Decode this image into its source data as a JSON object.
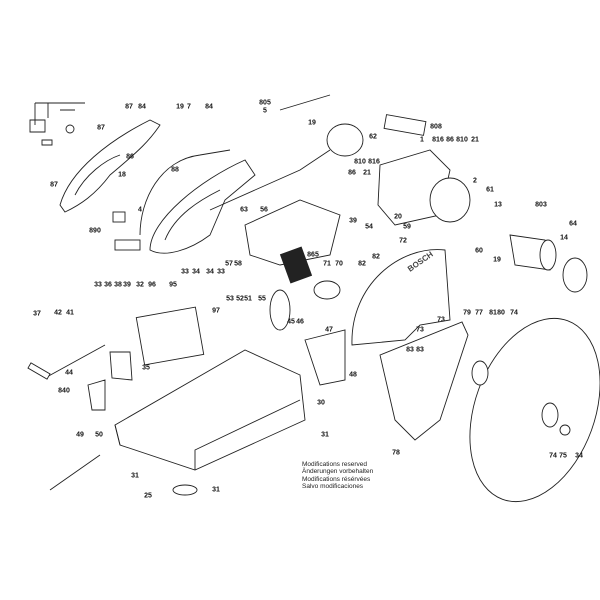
{
  "labels": [
    "87",
    "84",
    "87",
    "87",
    "19",
    "7",
    "84",
    "805",
    "5",
    "86",
    "18",
    "88",
    "4",
    "890",
    "63",
    "56",
    "57",
    "58",
    "19",
    "62",
    "808",
    "1",
    "816",
    "86",
    "810",
    "21",
    "86",
    "810",
    "21",
    "816",
    "20",
    "59",
    "39",
    "54",
    "2",
    "61",
    "13",
    "803",
    "14",
    "64",
    "60",
    "19",
    "72",
    "82",
    "865",
    "71",
    "70",
    "82",
    "33",
    "36",
    "38",
    "39",
    "32",
    "96",
    "95",
    "33",
    "34",
    "34",
    "33",
    "37",
    "42",
    "41",
    "97",
    "53",
    "52",
    "51",
    "55",
    "44",
    "840",
    "35",
    "45",
    "46",
    "47",
    "48",
    "30",
    "31",
    "49",
    "50",
    "31",
    "25",
    "31",
    "73",
    "73",
    "79",
    "77",
    "81",
    "80",
    "74",
    "83",
    "83",
    "78",
    "74",
    "75",
    "34"
  ],
  "notes": [
    "Modifications reserved",
    "Änderungen vorbehalten",
    "Modifications résérvées",
    "Salvo modificaciones"
  ],
  "guard_logo": "BOSCH"
}
